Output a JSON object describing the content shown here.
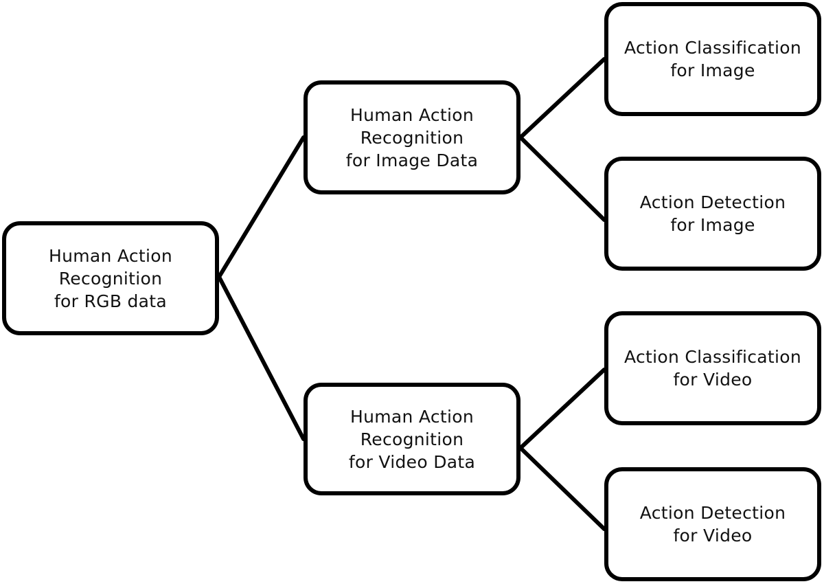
{
  "nodes": {
    "root": {
      "lines": [
        "Human Action",
        "Recognition",
        "for RGB data"
      ]
    },
    "image_data": {
      "lines": [
        "Human Action",
        "Recognition",
        "for Image Data"
      ]
    },
    "video_data": {
      "lines": [
        "Human Action",
        "Recognition",
        "for Video Data"
      ]
    },
    "action_classification_image": {
      "lines": [
        "Action Classification",
        "for Image"
      ]
    },
    "action_detection_image": {
      "lines": [
        "Action Detection",
        "for Image"
      ]
    },
    "action_classification_video": {
      "lines": [
        "Action Classification",
        "for Video"
      ]
    },
    "action_detection_video": {
      "lines": [
        "Action Detection",
        "for Video"
      ]
    }
  },
  "edges": [
    [
      "root",
      "image_data"
    ],
    [
      "root",
      "video_data"
    ],
    [
      "image_data",
      "action_classification_image"
    ],
    [
      "image_data",
      "action_detection_image"
    ],
    [
      "video_data",
      "action_classification_video"
    ],
    [
      "video_data",
      "action_detection_video"
    ]
  ],
  "colors": {
    "stroke": "#000000",
    "background": "#ffffff",
    "text": "#111111"
  }
}
